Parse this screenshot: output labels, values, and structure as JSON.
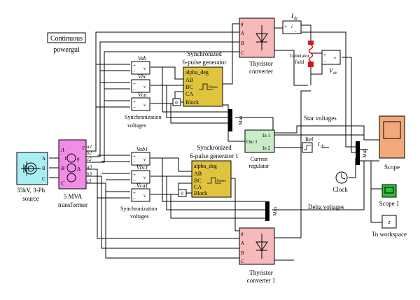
{
  "powergui": {
    "line1": "Continuous",
    "line2": "powergui"
  },
  "source": {
    "label1": "33kV, 3-Ph",
    "label2": "source",
    "ports": [
      "A",
      "B",
      "C"
    ]
  },
  "transformer": {
    "label": "5 MVA",
    "label2": "transformer",
    "left_ports": [
      "A",
      "B",
      "C"
    ],
    "right_ports": [
      "Y",
      "a2",
      "b2",
      "c2",
      "a3",
      "b3",
      "c3"
    ],
    "symbols": {
      "y": "Y",
      "g": "g",
      "delta": "Δ"
    }
  },
  "vm_top": [
    {
      "name": "Vab",
      "sub": "ab"
    },
    {
      "name": "Vbc",
      "sub": "bc"
    },
    {
      "name": "Vca",
      "sub": "ca"
    }
  ],
  "vm_bottom": [
    {
      "name": "Vab1",
      "sub": "ab1"
    },
    {
      "name": "Vbc1",
      "sub": "bc1"
    },
    {
      "name": "Vca1",
      "sub": "ca1"
    }
  ],
  "vm_ports": {
    "plus": "+",
    "minus": "−",
    "v": "v"
  },
  "sync_top": {
    "title1": "Synchronized",
    "title2": "6-pulse generator",
    "ports": [
      "alpha_deg",
      "AB",
      "BC",
      "CA",
      "Block"
    ],
    "pulses": "Pulses"
  },
  "sync_bottom": {
    "title1": "Synchronized",
    "title2": "6-pulse generator 1",
    "ports": [
      "alpha_deg",
      "AB",
      "BC",
      "CA",
      "Block"
    ],
    "pulses": "Pulses"
  },
  "sync_label_top": [
    "Synchronization",
    "voltages"
  ],
  "sync_label_bottom": [
    "Synchronization",
    "voltages"
  ],
  "constants": {
    "top": "0",
    "bottom": "0"
  },
  "thyristor_top": {
    "label1": "Thyristor",
    "label2": "converter",
    "ports": [
      "g",
      "A",
      "B",
      "C"
    ]
  },
  "thyristor_bottom": {
    "label1": "Thyristor",
    "label2": "converter  1",
    "ports": [
      "g",
      "A",
      "B",
      "C"
    ]
  },
  "idc_meter": {
    "name": "I",
    "sub": "dc",
    "plus": "+",
    "i": "i",
    "minus": "−"
  },
  "vdc_meter": {
    "name": "V",
    "sub": "dc",
    "plus": "+",
    "v": "v",
    "minus": "−"
  },
  "generator_field": [
    "Generator",
    "field"
  ],
  "mux_labels": {
    "top": "Mux",
    "bottom": "Mux",
    "right": "Mux"
  },
  "star_voltages": "Star voltages",
  "delta_voltages": "Delta voltages",
  "current_regulator": {
    "in1": "In 1",
    "out1": "Out 1",
    "in2": "In 2",
    "label1": "Current",
    "label2": "regulator"
  },
  "ref": {
    "name": "Ref",
    "i": "I",
    "sub": "dc"
  },
  "clock": "Clock",
  "scope": "Scope",
  "scope1": "Scope 1",
  "workspace": {
    "var": "z",
    "label": "To workspace"
  },
  "colors": {
    "source_fill": "#a8eef4",
    "transformer_fill": "#f28de6",
    "pulse_fill": "#e0c440",
    "thyristor_fill": "#f7b9b9",
    "regulator_fill": "#c9ecc9",
    "scope_fill": "#f2a97a",
    "scope1_fill": "#2fbf3a",
    "field_red": "#d01818"
  }
}
